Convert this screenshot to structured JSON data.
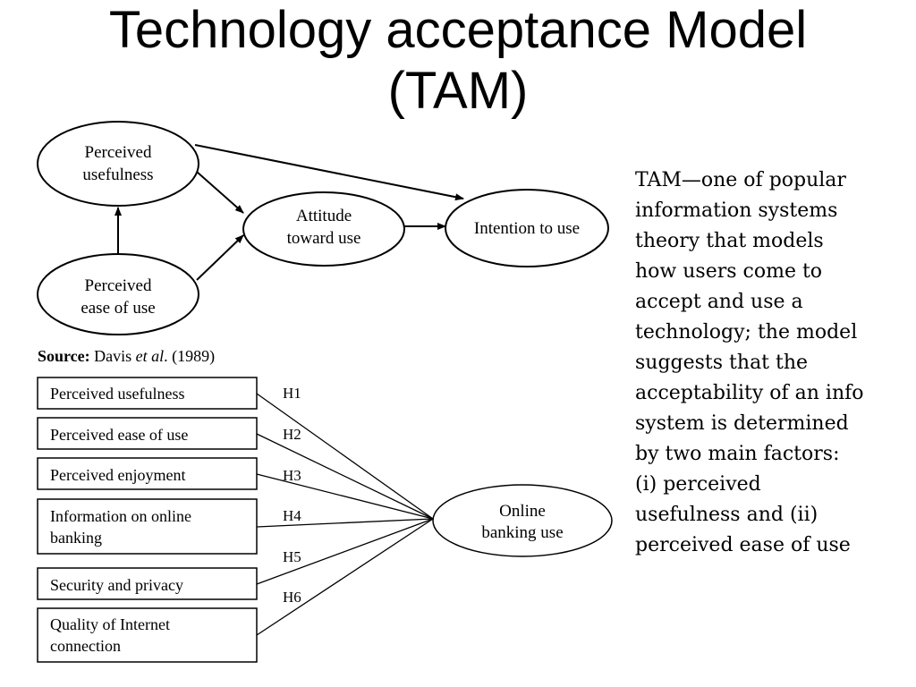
{
  "title": {
    "line1": "Technology acceptance Model",
    "line2": "(TAM)"
  },
  "tam_diagram": {
    "nodes": {
      "perceived_usefulness": [
        "Perceived",
        "usefulness"
      ],
      "perceived_ease_of_use": [
        "Perceived",
        "ease of use"
      ],
      "attitude_toward_use": [
        "Attitude",
        "toward use"
      ],
      "intention_to_use": [
        "Intention to use"
      ]
    },
    "source": {
      "label": "Source:",
      "author": "Davis",
      "etal": "et al",
      "dot": ".",
      "year": "(1989)"
    }
  },
  "banking_model": {
    "factors": [
      {
        "lines": [
          "Perceived usefulness"
        ],
        "hypothesis": "H1"
      },
      {
        "lines": [
          "Perceived ease of use"
        ],
        "hypothesis": "H2"
      },
      {
        "lines": [
          "Perceived enjoyment"
        ],
        "hypothesis": "H3"
      },
      {
        "lines": [
          "Information on online",
          "banking"
        ],
        "hypothesis": "H4"
      },
      {
        "lines": [
          "Security and privacy"
        ],
        "hypothesis": "H5"
      },
      {
        "lines": [
          "Quality of Internet",
          "connection"
        ],
        "hypothesis": "H6"
      }
    ],
    "outcome": [
      "Online",
      "banking use"
    ]
  },
  "description": {
    "lines": [
      "TAM—one of popular",
      "information systems",
      "theory that models",
      "how users come to",
      "accept and use a",
      "technology; the model",
      "suggests that the",
      "acceptability of an info",
      "system is determined",
      "by two main factors:",
      "(i) perceived",
      "usefulness and (ii)",
      "perceived ease of use"
    ]
  }
}
